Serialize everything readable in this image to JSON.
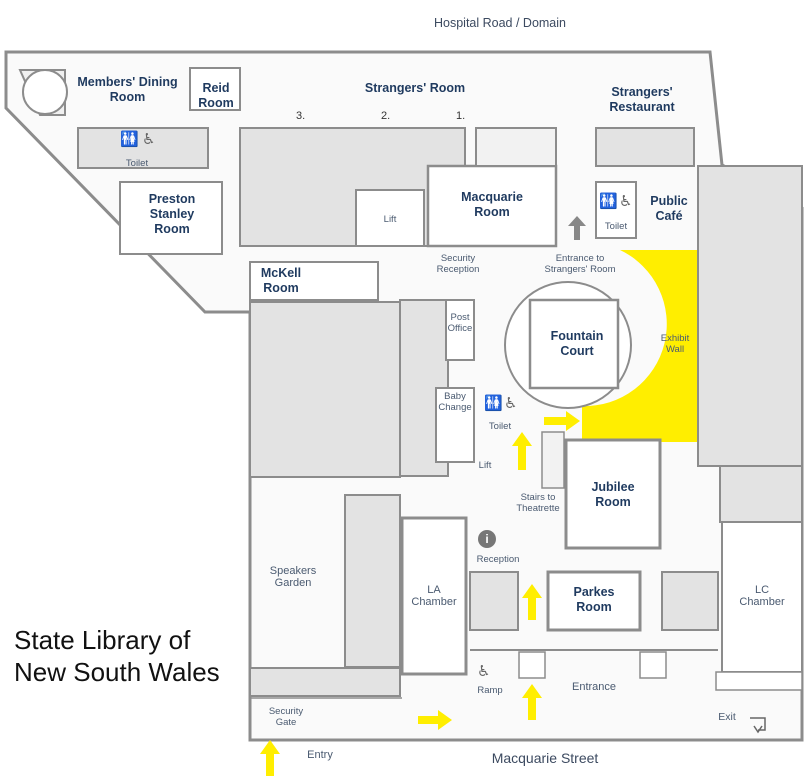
{
  "title": "State Library of\nNew South Wales",
  "streets": {
    "top": "Hospital Road / Domain",
    "bottom": "Macquarie Street"
  },
  "rooms": {
    "members_dining": "Members' Dining\nRoom",
    "reid": "Reid\nRoom",
    "strangers_room": "Strangers' Room",
    "strangers_restaurant": "Strangers'\nRestaurant",
    "preston_stanley": "Preston\nStanley\nRoom",
    "macquarie": "Macquarie\nRoom",
    "public_cafe": "Public\nCafé",
    "mckell": "McKell\nRoom",
    "fountain_court": "Fountain\nCourt",
    "jubilee": "Jubilee\nRoom",
    "parkes": "Parkes\nRoom"
  },
  "labels": {
    "speakers_garden": "Speakers\nGarden",
    "la_chamber": "LA\nChamber",
    "lc_chamber": "LC\nChamber",
    "toilet": "Toilet",
    "lift": "Lift",
    "security_reception": "Security\nReception",
    "entrance_strangers": "Entrance to\nStrangers' Room",
    "post_office": "Post\nOffice",
    "baby_change": "Baby\nChange",
    "exhibit_wall": "Exhibit\nWall",
    "stairs_theatrette": "Stairs to\nTheatrette",
    "reception": "Reception",
    "ramp": "Ramp",
    "entrance": "Entrance",
    "exit": "Exit",
    "security_gate": "Security\nGate",
    "entry": "Entry"
  },
  "seating_numbers": [
    "3.",
    "2.",
    "1."
  ],
  "colors": {
    "highlight": "#ffee00",
    "wall": "#8c8c8c",
    "fill": "#e3e3e3",
    "text": "#1f3a5f"
  },
  "icons": {
    "toilet": "toilet-icon",
    "accessible": "wheelchair-icon",
    "information": "information-icon",
    "direction": "arrow-icon"
  }
}
